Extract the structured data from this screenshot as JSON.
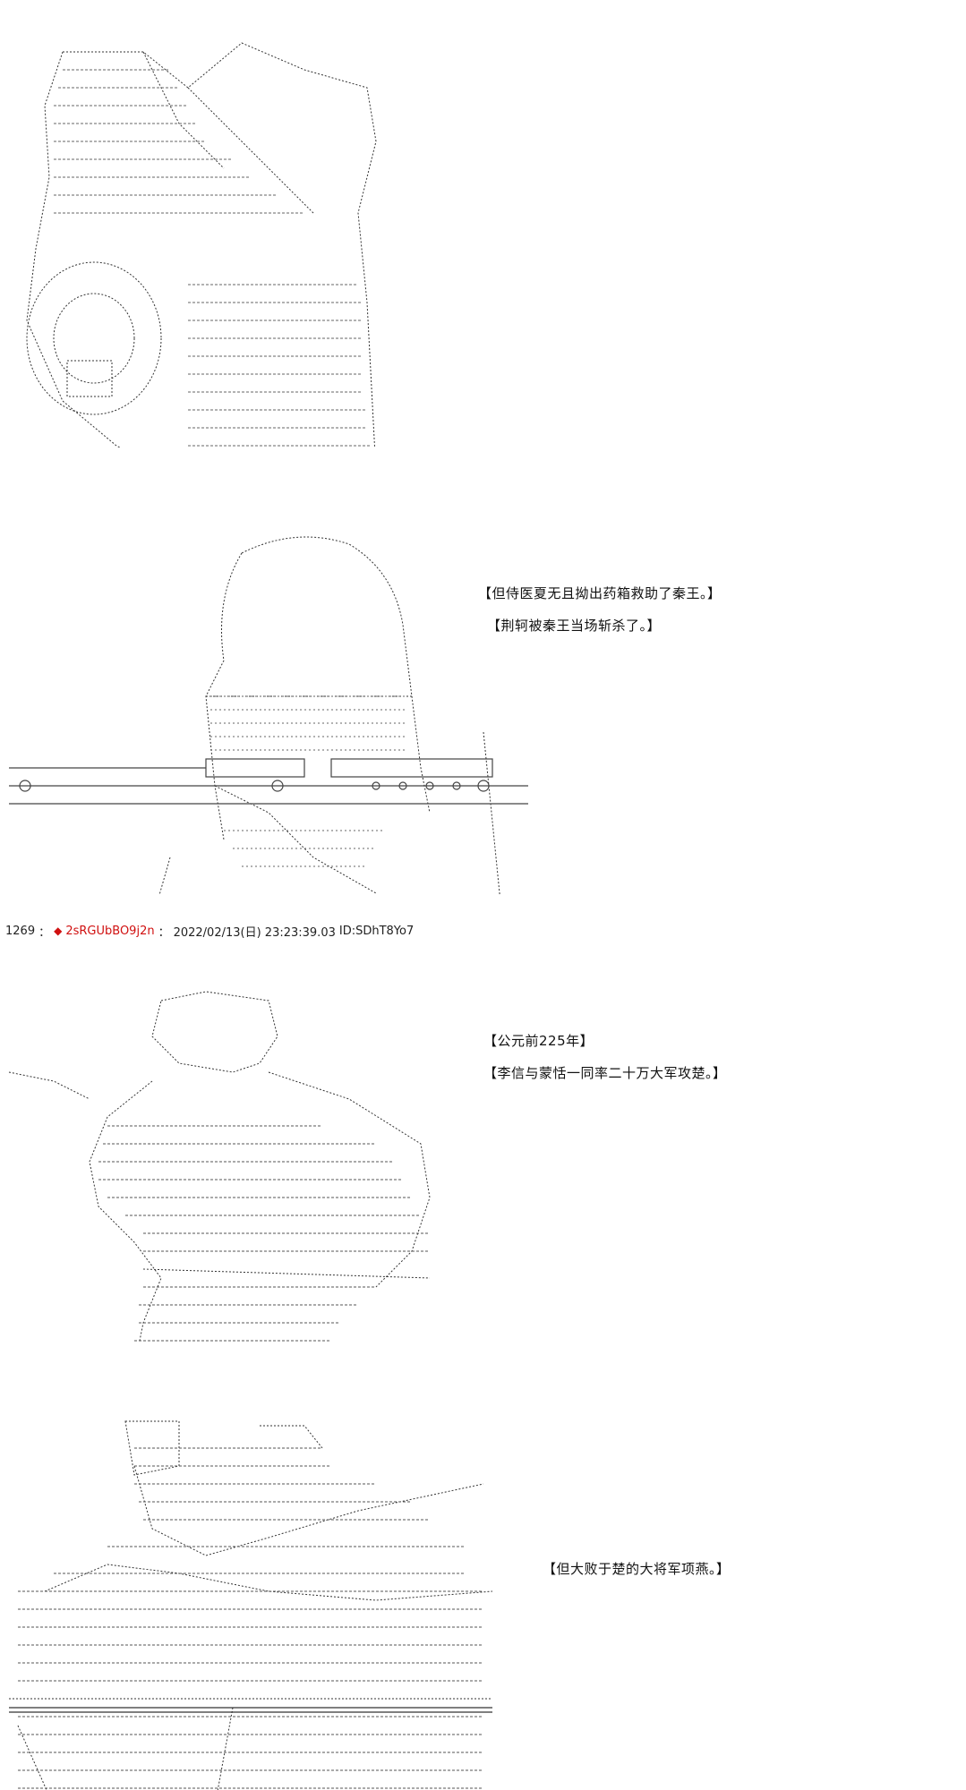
{
  "post": {
    "number": "1269",
    "sep1": "：",
    "trip_icon": "diamond-icon",
    "trip": "2sRGUbBO9j2n",
    "sep2": "：",
    "datetime": "2022/02/13(日) 23:23:39.03",
    "id": "ID:SDhT8Yo7"
  },
  "captions": [
    "【但侍医夏无且拗出药箱救助了秦王。】",
    "【荆轲被秦王当场斩杀了。】",
    "【公元前225年】",
    "【李信与蒙恬一同率二十万大军攻楚。】",
    "【但大败于楚的大将军项燕。】"
  ],
  "colors": {
    "text": "#111111",
    "trip": "#d01010",
    "art_stroke": "#333333",
    "art_fill": "#555555",
    "background": "#ffffff"
  }
}
